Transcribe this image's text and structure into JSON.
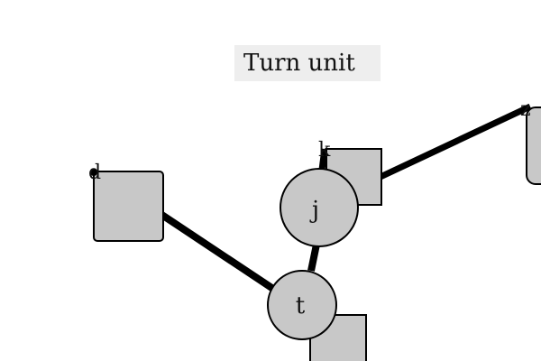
{
  "title": "Turn unit",
  "colors": {
    "node_fill": "#c8c8c8",
    "stroke": "#000000",
    "title_background": "#eeeeee"
  },
  "nodes": {
    "j": {
      "label": "j",
      "shape": "circle"
    },
    "t": {
      "label": "t",
      "shape": "circle"
    },
    "d": {
      "label": "d",
      "shape": "rounded-square"
    },
    "k": {
      "label": "k",
      "shape": "square"
    },
    "z": {
      "label": "z",
      "shape": "rounded-square"
    },
    "t_square": {
      "label": "",
      "shape": "square"
    }
  },
  "edges": [
    {
      "from": "d",
      "to": "t"
    },
    {
      "from": "t",
      "to": "j"
    },
    {
      "from": "j",
      "to": "k"
    },
    {
      "from": "j",
      "to": "z"
    }
  ]
}
